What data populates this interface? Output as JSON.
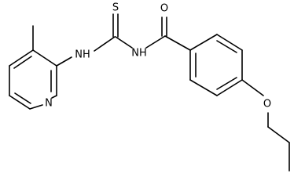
{
  "structure": {
    "atom_labels": {
      "thione_sulfur": "S",
      "amide_oxygen": "O",
      "amine_nh_left": "NH",
      "amine_nh_right": "NH",
      "pyridine_nitrogen": "N",
      "ether_oxygen": "O"
    }
  }
}
